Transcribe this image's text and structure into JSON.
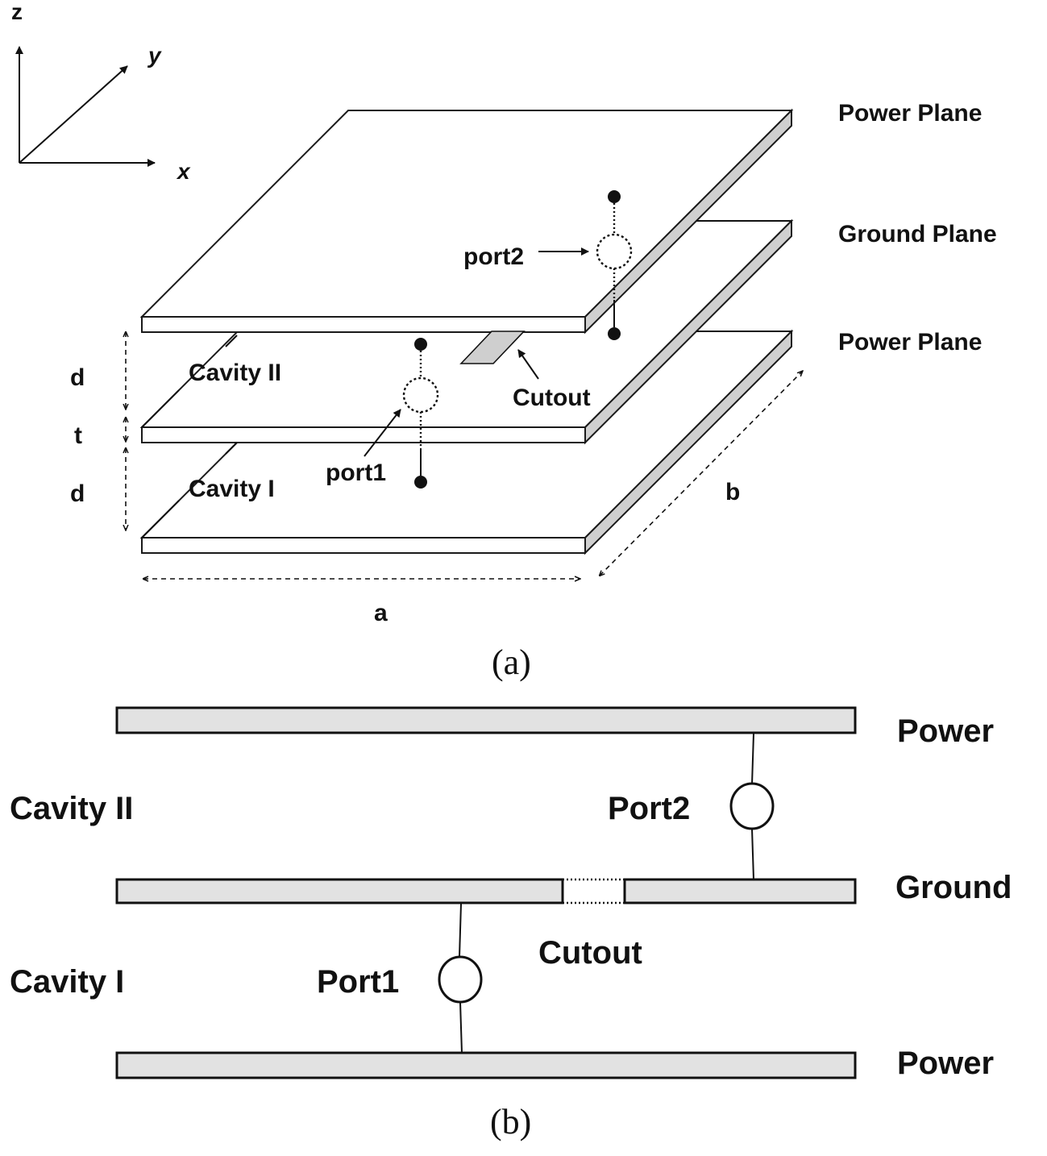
{
  "axes": {
    "z": "z",
    "y": "y",
    "x": "x"
  },
  "fig_a": {
    "layer_labels": [
      "Power Plane",
      "Ground Plane",
      "Power Plane"
    ],
    "cavity_upper": "Cavity II",
    "cavity_lower": "Cavity I",
    "port1": "port1",
    "port2": "port2",
    "cutout": "Cutout",
    "dim_d_upper": "d",
    "dim_t": "t",
    "dim_d_lower": "d",
    "dim_a": "a",
    "dim_b": "b",
    "caption": "(a)"
  },
  "fig_b": {
    "power_top": "Power",
    "ground": "Ground",
    "power_bottom": "Power",
    "cavity_upper": "Cavity II",
    "cavity_lower": "Cavity I",
    "port1": "Port1",
    "port2": "Port2",
    "cutout": "Cutout",
    "caption": "(b)"
  },
  "colors": {
    "plate_edge": "#cfcfcf",
    "bar_fill": "#e2e2e2",
    "stroke": "#111111"
  }
}
